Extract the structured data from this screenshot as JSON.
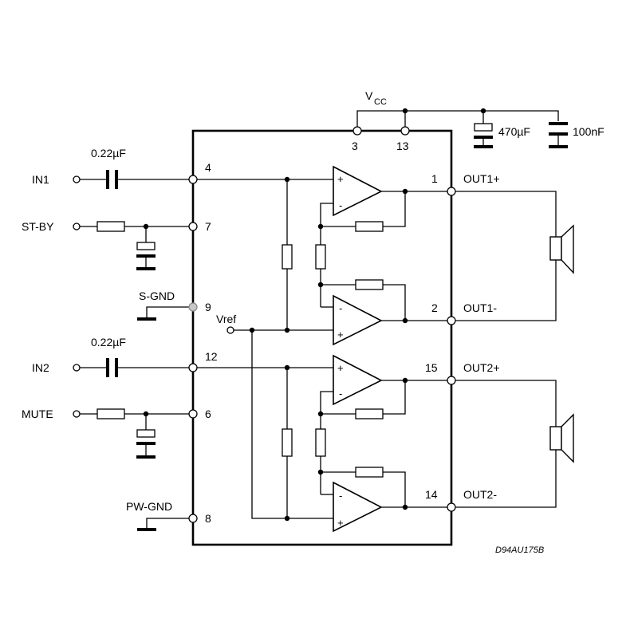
{
  "supply": {
    "label_main": "V",
    "label_sub": "CC"
  },
  "capacitors": {
    "electrolytic": "470µF",
    "ceramic": "100nF",
    "in1": "0.22µF",
    "in2": "0.22µF"
  },
  "inputs": {
    "in1": "IN1",
    "stby": "ST-BY",
    "sgnd": "S-GND",
    "vref": "Vref",
    "in2": "IN2",
    "mute": "MUTE",
    "pwgnd": "PW-GND"
  },
  "outputs": {
    "out1p": "OUT1+",
    "out1m": "OUT1-",
    "out2p": "OUT2+",
    "out2m": "OUT2-"
  },
  "pins": {
    "p3": "3",
    "p13": "13",
    "p4": "4",
    "p7": "7",
    "p9": "9",
    "p12": "12",
    "p6": "6",
    "p8": "8",
    "p1": "1",
    "p2": "2",
    "p15": "15",
    "p14": "14"
  },
  "amp_signs": {
    "plus": "+",
    "minus": "-"
  },
  "reference": "D94AU175B"
}
